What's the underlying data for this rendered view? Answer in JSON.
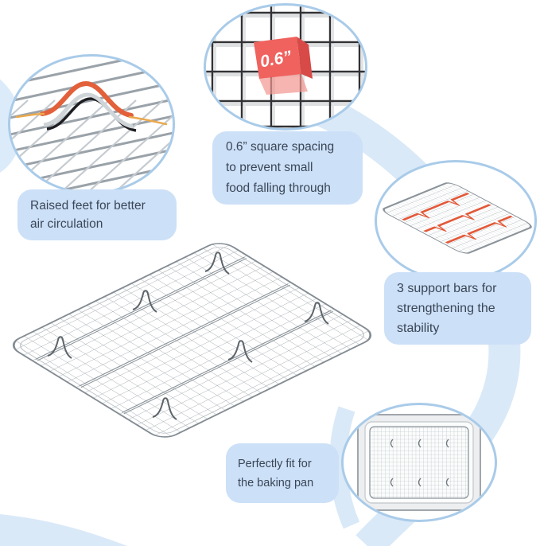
{
  "callouts": [
    {
      "id": "raised-feet",
      "lines": [
        "Raised feet for better",
        "air circulation"
      ]
    },
    {
      "id": "square-spacing",
      "cube_label": "0.6”",
      "lines": [
        "0.6” square spacing",
        "to prevent small",
        "food falling through"
      ]
    },
    {
      "id": "support-bars",
      "lines": [
        "3 support bars for",
        "strengthening the",
        "stability"
      ]
    },
    {
      "id": "pan-fit",
      "lines": [
        "Perfectly fit for",
        "the baking pan"
      ]
    }
  ],
  "colors": {
    "label_bg": "#cce0f7",
    "label_text": "#3a4657",
    "circle_ring": "#a9cbe9",
    "decor_band": "#d9e9f8",
    "highlight_orange": "#e2603a",
    "support_bar_orange": "#e2593a",
    "cube_red": "#ef625e",
    "wire_gray": "#9aa2a9"
  }
}
